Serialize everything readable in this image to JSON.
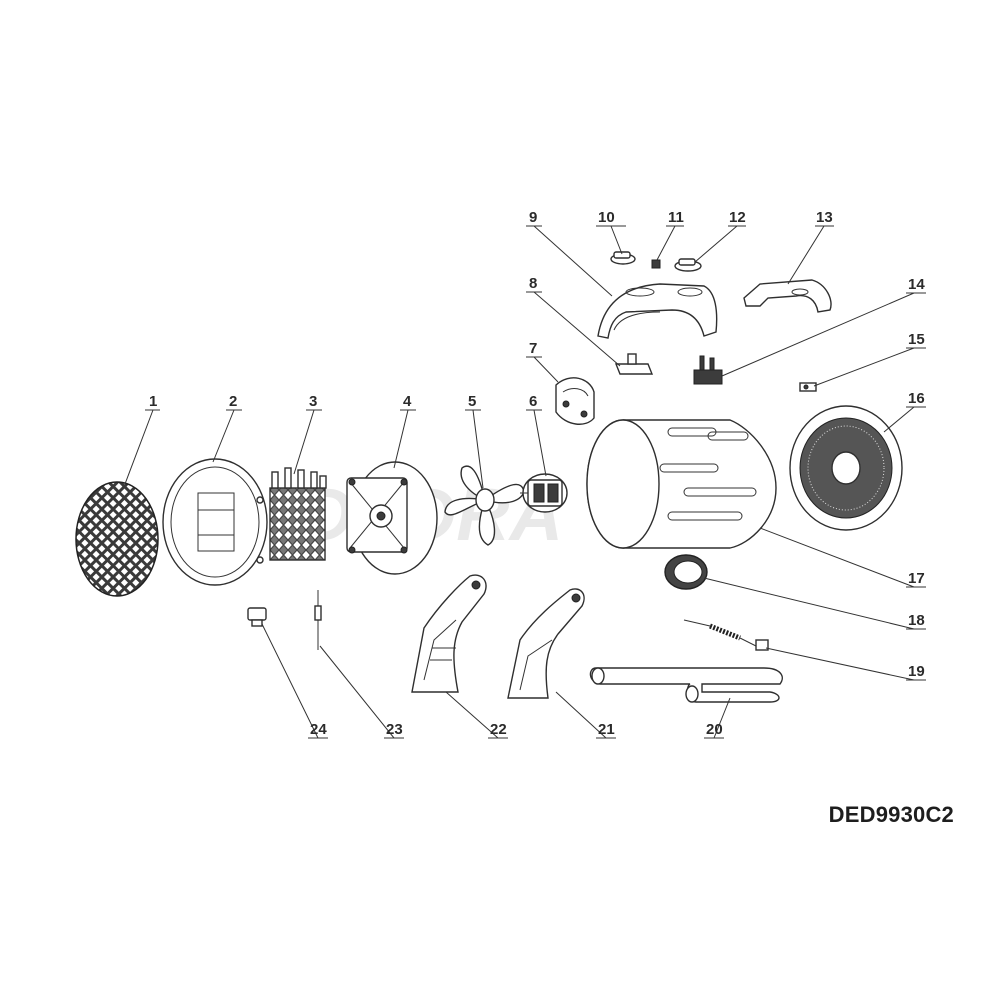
{
  "model": "DED9930C2",
  "watermark": "DEDRA",
  "callouts": [
    {
      "id": "c1",
      "label": "1"
    },
    {
      "id": "c2",
      "label": "2"
    },
    {
      "id": "c3",
      "label": "3"
    },
    {
      "id": "c4",
      "label": "4"
    },
    {
      "id": "c5",
      "label": "5"
    },
    {
      "id": "c6",
      "label": "6"
    },
    {
      "id": "c7",
      "label": "7"
    },
    {
      "id": "c8",
      "label": "8"
    },
    {
      "id": "c9",
      "label": "9"
    },
    {
      "id": "c10",
      "label": "10"
    },
    {
      "id": "c11",
      "label": "11"
    },
    {
      "id": "c12",
      "label": "12"
    },
    {
      "id": "c13",
      "label": "13"
    },
    {
      "id": "c14",
      "label": "14"
    },
    {
      "id": "c15",
      "label": "15"
    },
    {
      "id": "c16",
      "label": "16"
    },
    {
      "id": "c17",
      "label": "17"
    },
    {
      "id": "c18",
      "label": "18"
    },
    {
      "id": "c19",
      "label": "19"
    },
    {
      "id": "c20",
      "label": "20"
    },
    {
      "id": "c21",
      "label": "21"
    },
    {
      "id": "c22",
      "label": "22"
    },
    {
      "id": "c23",
      "label": "23"
    },
    {
      "id": "c24",
      "label": "24"
    }
  ]
}
